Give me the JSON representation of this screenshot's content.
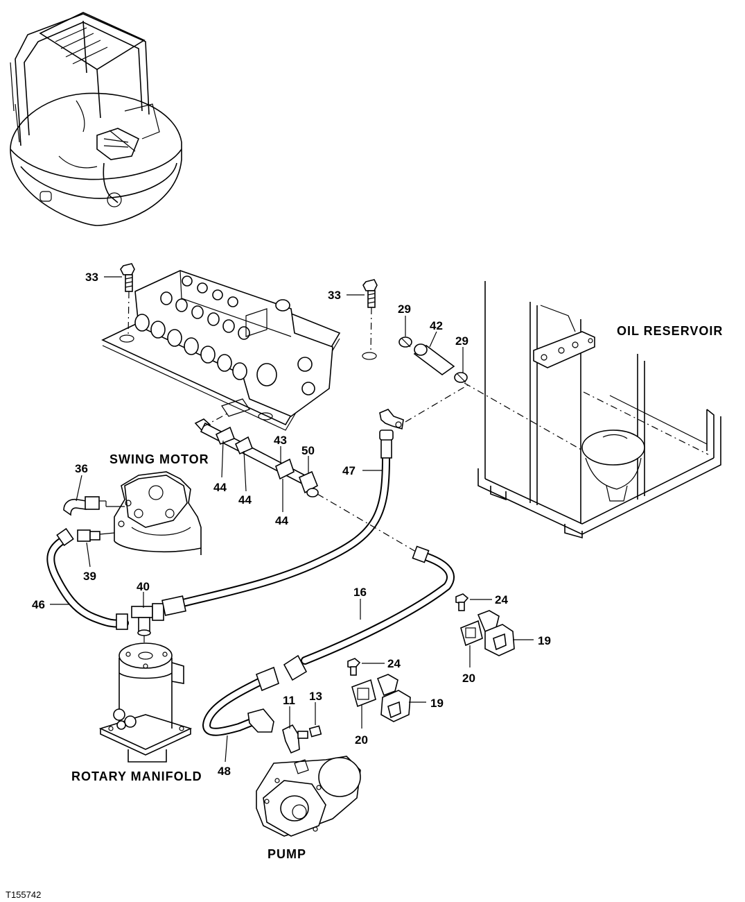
{
  "component_labels": {
    "swing_motor": "SWING MOTOR",
    "oil_reservoir": "OIL RESERVOIR",
    "rotary_manifold": "ROTARY MANIFOLD",
    "pump": "PUMP"
  },
  "reference_code": "T155742",
  "callouts": {
    "c33a": "33",
    "c33b": "33",
    "c29a": "29",
    "c42": "42",
    "c29b": "29",
    "c43": "43",
    "c50": "50",
    "c36": "36",
    "c44a": "44",
    "c44b": "44",
    "c44c": "44",
    "c47": "47",
    "c39": "39",
    "c40": "40",
    "c46": "46",
    "c16": "16",
    "c24a": "24",
    "c19a": "19",
    "c20a": "20",
    "c24b": "24",
    "c19b": "19",
    "c11": "11",
    "c13": "13",
    "c20b": "20",
    "c48": "48"
  }
}
